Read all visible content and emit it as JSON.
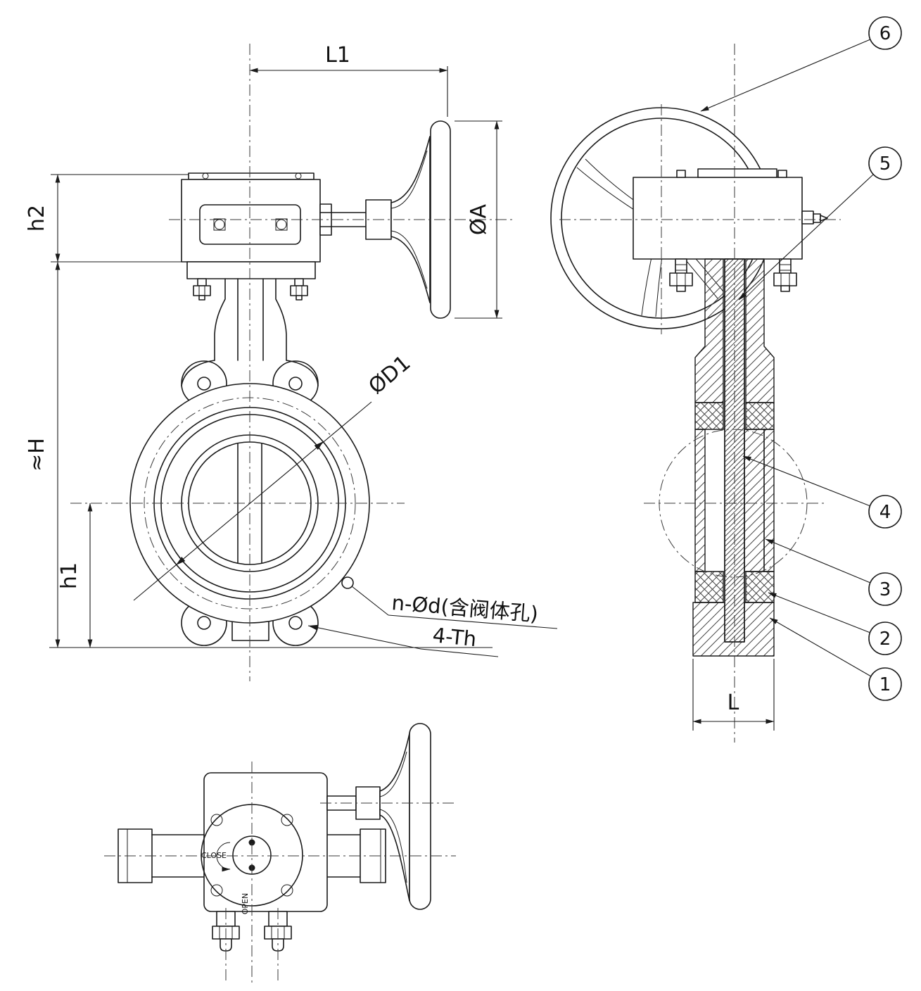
{
  "colors": {
    "line": "#1a1a1a",
    "background": "#ffffff",
    "centerline": "#3a3a3a"
  },
  "labels": {
    "l1": "L1",
    "phi_a": "ØA",
    "h2": "h2",
    "approx_h": "≈H",
    "h1": "h1",
    "phi_d1": "ØD1",
    "bolt_holes_note": "n-Ød(含阀体孔)",
    "tapped_holes_note": "4-Th",
    "l": "L"
  },
  "bottom_view": {
    "close": "CLOSE",
    "open": "OPEN"
  },
  "balloons": [
    "1",
    "2",
    "3",
    "4",
    "5",
    "6"
  ]
}
